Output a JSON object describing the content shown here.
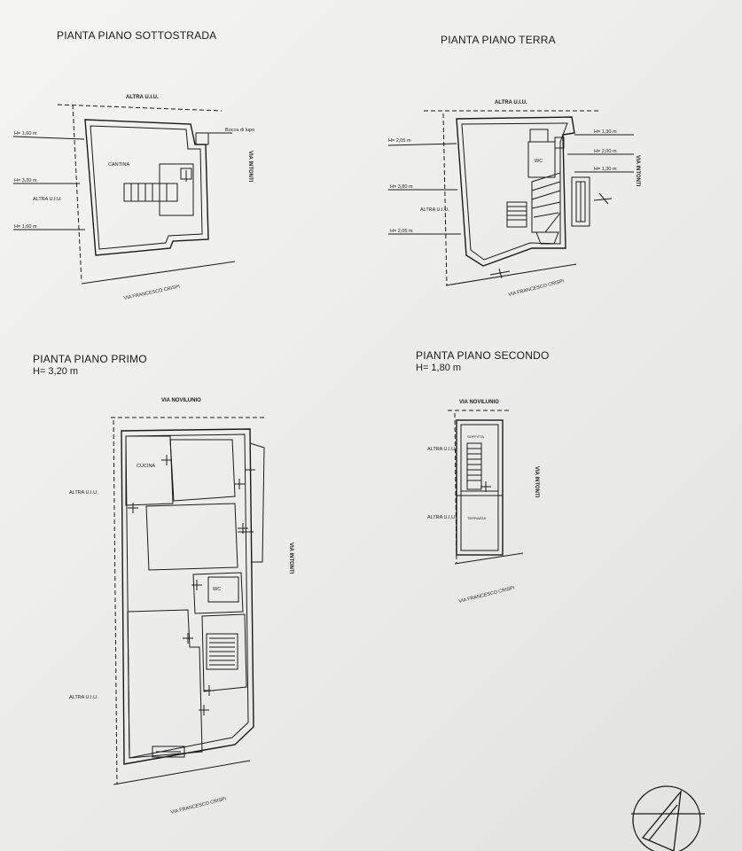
{
  "plans": {
    "sottostrada": {
      "title": "PIANTA PIANO SOTTOSTRADA",
      "altra_top": "ALTRA U.I.U.",
      "h1": "H= 1,60 m",
      "h2": "H= 3,30 m",
      "h3": "H= 1,60 m",
      "altra_left": "ALTRA U.I.U.",
      "room": "CANTINA",
      "bocca": "Bocca di lupo",
      "street_right": "VIA INTONTI",
      "street_bottom": "VIA FRANCESCO CRISPI"
    },
    "terra": {
      "title": "PIANTA PIANO TERRA",
      "altra_top": "ALTRA U.I.U.",
      "h1": "H= 2,05 m",
      "h2": "H= 3,80 m",
      "h3": "H= 2,05 m",
      "altra_left": "ALTRA U.I.U.",
      "room": "WC",
      "hr1": "H= 1,30 m",
      "hr2": "H= 2,00 m",
      "hr3": "H= 1,30 m",
      "street_right": "VIA INTONTI",
      "street_bottom": "VIA FRANCESCO CRISPI"
    },
    "primo": {
      "title": "PIANTA PIANO PRIMO",
      "height": "H= 3,20 m",
      "street_top": "VIA NOVILUNIO",
      "altra_left_1": "ALTRA U.I.U.",
      "altra_left_2": "ALTRA U.I.U.",
      "room_kitchen": "CUCINA",
      "room_wc": "WC",
      "street_right": "VIA INTONTI",
      "street_bottom": "VIA FRANCESCO CRISPI"
    },
    "secondo": {
      "title": "PIANTA PIANO SECONDO",
      "height": "H= 1,80 m",
      "street_top": "VIA NOVILUNIO",
      "altra_left_1": "ALTRA U.I.U.",
      "altra_left_2": "ALTRA U.I.U.",
      "room_soffitta": "SOFFITTA",
      "room_terrazza": "TERRAZZA",
      "street_right": "VIA INTONTI",
      "street_bottom": "VIA FRANCESCO CRISPI"
    }
  },
  "icons": {
    "north": "north-arrow-icon"
  }
}
